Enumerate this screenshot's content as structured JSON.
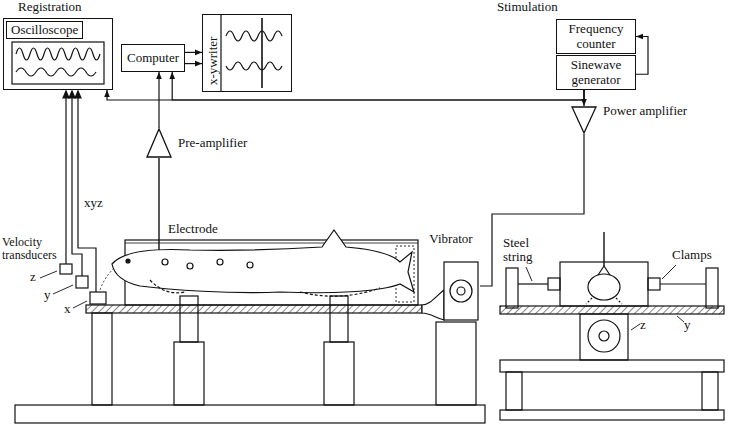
{
  "diagram": {
    "nodes": [
      {
        "text": [
          "Oscilloscope"
        ]
      },
      {
        "text": [
          "Computer"
        ]
      },
      {
        "text": [
          "x-ywriter"
        ]
      },
      {
        "text": [
          "Frequency counter"
        ]
      },
      {
        "text": [
          "Sinewave generator"
        ]
      },
      {
        "text": [
          "Pre-amplifier"
        ]
      },
      {
        "text": [
          "Power amplifier"
        ]
      },
      {
        "text": [
          "Vibrator"
        ]
      }
    ],
    "edges": [
      {
        "from": 4,
        "to": 6,
        "arrow": "to"
      },
      {
        "from": 4,
        "to": 3,
        "arrow": "to"
      },
      {
        "from": 4,
        "to": 1,
        "arrow": "to"
      },
      {
        "from": 4,
        "to": 0,
        "arrow": "to"
      },
      {
        "from": 5,
        "to": 1,
        "arrow": "to"
      },
      {
        "from": 1,
        "to": 2,
        "arrow": "to"
      },
      {
        "from": 1,
        "to": 2,
        "arrow": "to"
      },
      {
        "from": 6,
        "to": 7,
        "arrow": "none"
      }
    ],
    "labels": [
      "Registration",
      "Stimulation",
      "Electrode",
      "xyz",
      "Velocity transducers",
      "z",
      "y",
      "x",
      "Steel string",
      "Clamps",
      "z",
      "y"
    ]
  }
}
